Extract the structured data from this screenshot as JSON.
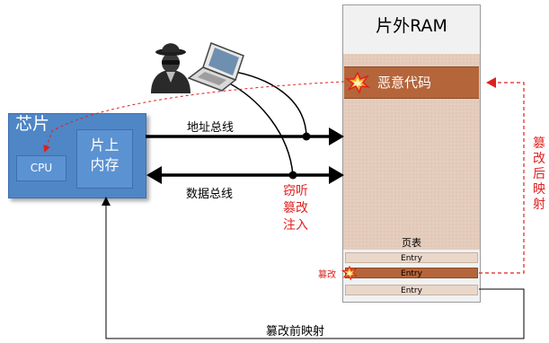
{
  "chip": {
    "title": "芯片",
    "cpu_label": "CPU",
    "memory_label_line1": "片上",
    "memory_label_line2": "内存"
  },
  "ram": {
    "title": "片外RAM",
    "malicious_code_label": "恶意代码",
    "page_table_label": "页表",
    "entries": [
      "Entry",
      "Entry",
      "Entry"
    ],
    "tampered_entry_index": 1
  },
  "buses": {
    "address_bus": "地址总线",
    "data_bus": "数据总线"
  },
  "attack": {
    "line1": "窃听",
    "line2": "篡改",
    "line3": "注入",
    "tamper_marker": "篡改"
  },
  "mapping": {
    "before_label": "篡改前映射",
    "after_label_chars": [
      "篡",
      "改",
      "后",
      "映",
      "射"
    ]
  },
  "colors": {
    "chip_blue": "#4f86c6",
    "malicious_brown": "#b5653a",
    "ram_fill": "#e5cdbd",
    "attack_red": "#e02020",
    "bus_black": "#000000"
  },
  "icons": [
    "spy-icon",
    "laptop-icon",
    "explosion-icon"
  ]
}
